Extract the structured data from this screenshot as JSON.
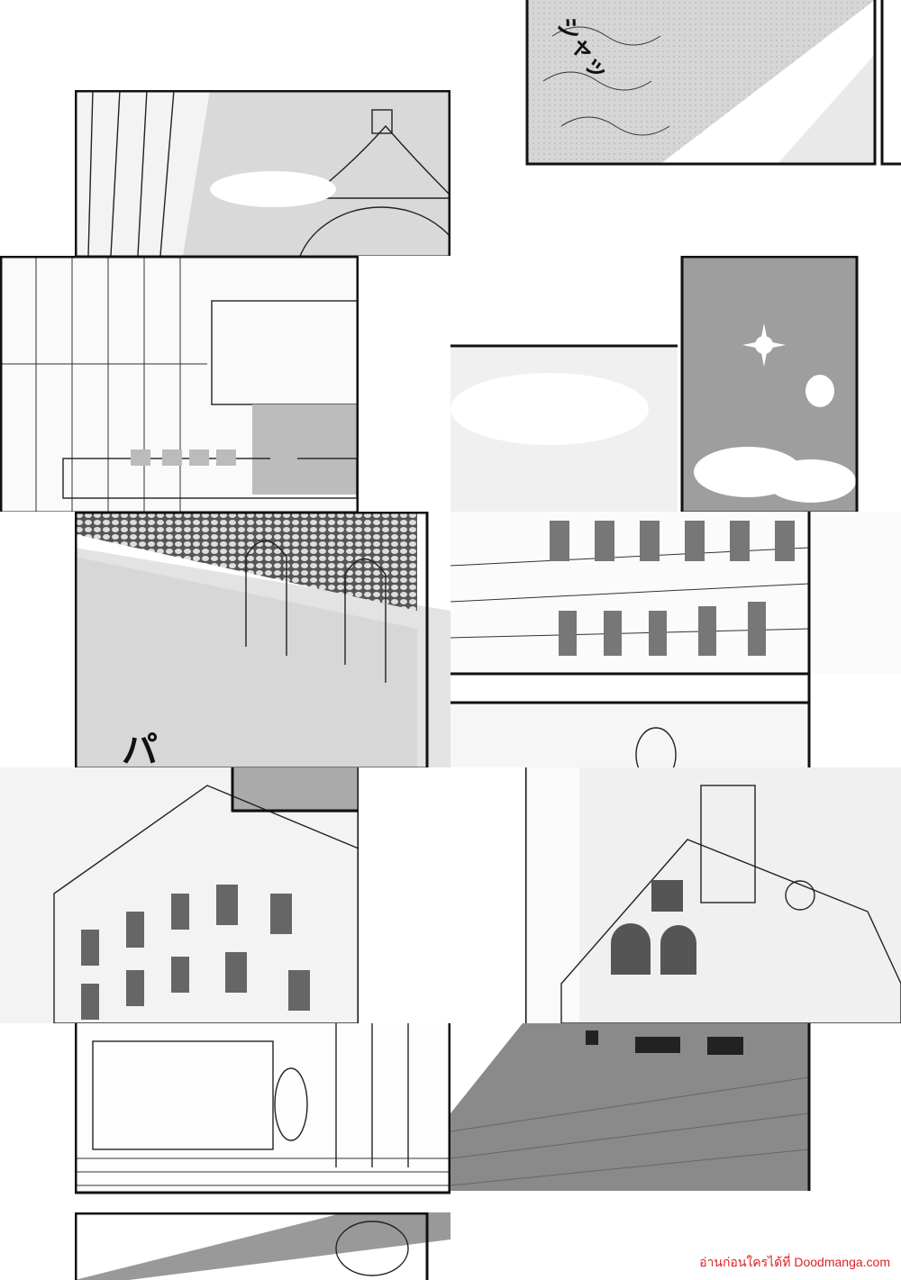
{
  "sfx": {
    "splash_top": "シャッ",
    "pa_pool": "パ"
  },
  "watermark": {
    "text": "อ่านก่อนใครได้ที่ Doodmanga.com",
    "color": "#e02020"
  },
  "colors": {
    "ink": "#111111",
    "paper": "#ffffff",
    "screentone": "#c8c8c8"
  }
}
